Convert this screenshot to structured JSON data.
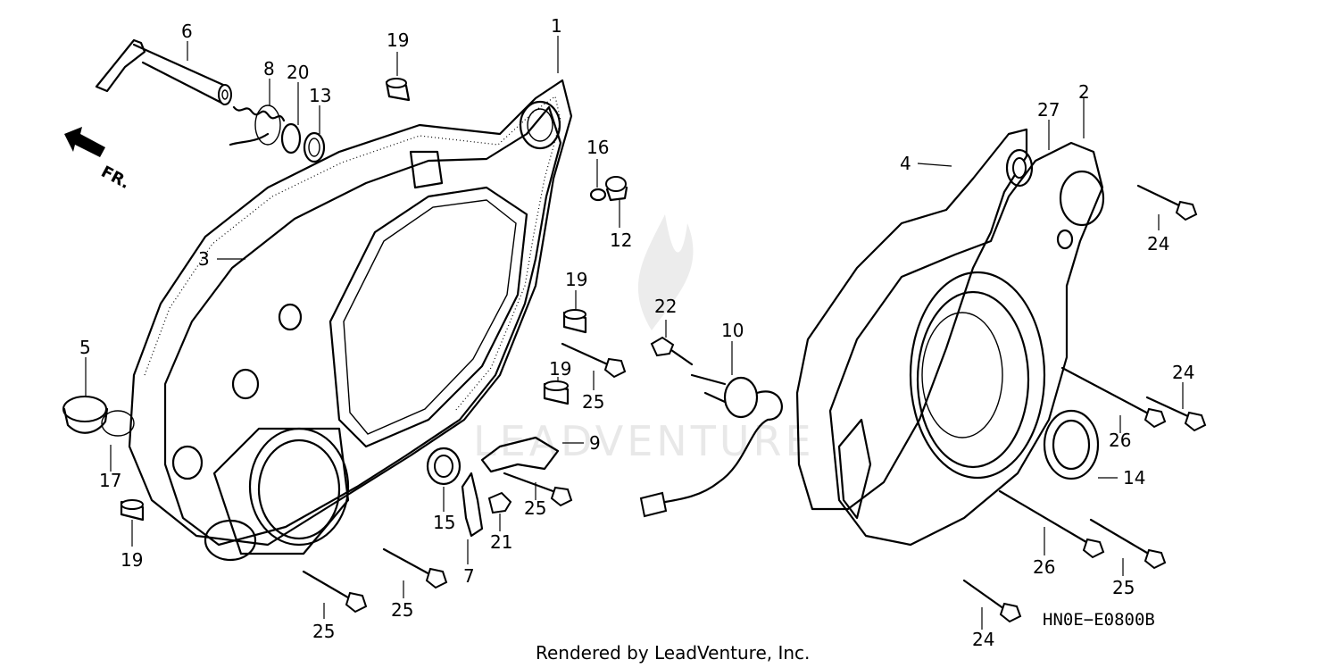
{
  "diagram": {
    "callouts": {
      "c1": "1",
      "c2": "2",
      "c3": "3",
      "c4": "4",
      "c5": "5",
      "c6": "6",
      "c7": "7",
      "c8": "8",
      "c9": "9",
      "c10": "10",
      "c12": "12",
      "c13": "13",
      "c14": "14",
      "c15": "15",
      "c16": "16",
      "c17": "17",
      "c19a": "19",
      "c19b": "19",
      "c19c": "19",
      "c19d": "19",
      "c20": "20",
      "c21": "21",
      "c22": "22",
      "c24a": "24",
      "c24b": "24",
      "c24c": "24",
      "c25a": "25",
      "c25b": "25",
      "c25c": "25",
      "c25d": "25",
      "c25e": "25",
      "c26a": "26",
      "c26b": "26",
      "c27": "27"
    },
    "front_arrow_label": "FR.",
    "diagram_code": "HN0E−E0800B",
    "watermark_text": "LEADVENTURE",
    "credit": "Rendered by LeadVenture, Inc."
  }
}
